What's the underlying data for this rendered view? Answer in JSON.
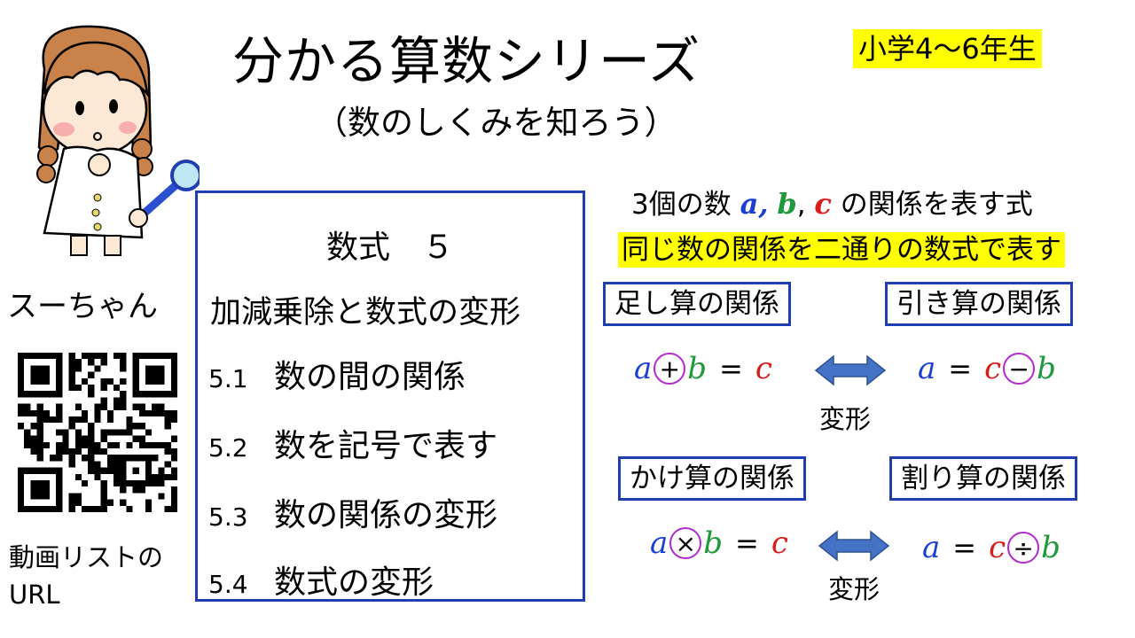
{
  "header": {
    "title": "分かる算数シリーズ",
    "subtitle": "（数のしくみを知ろう）",
    "grade": "小学4～6年生"
  },
  "sidebar": {
    "mascot_name": "スーちゃん",
    "list_url_label": "動画リストのURL"
  },
  "toc": {
    "title": "数式　５",
    "subtitle": "加減乗除と数式の変形",
    "items": [
      {
        "num": "5.1",
        "text": "数の間の関係"
      },
      {
        "num": "5.2",
        "text": "数を記号で表す"
      },
      {
        "num": "5.3",
        "text": "数の関係の変形"
      },
      {
        "num": "5.4",
        "text": "数式の変形"
      }
    ]
  },
  "relations": {
    "prefix": "3個の数",
    "var_a": "a,",
    "var_b": "b",
    "comma": ",",
    "var_c": "c",
    "suffix": "の関係を表す式",
    "highlight": "同じ数の関係を二通りの数式で表す",
    "add_label": "足し算の関係",
    "sub_label": "引き算の関係",
    "mul_label": "かけ算の関係",
    "div_label": "割り算の関係",
    "transform": "変形",
    "eq": {
      "a": "a",
      "b": "b",
      "c": "c",
      "equals": "=",
      "plus": "+",
      "minus": "−",
      "times": "×",
      "divide": "÷"
    }
  },
  "colors": {
    "box_border": "#1f3fb0",
    "highlight": "#ffff00",
    "var_a": "#1a3fd4",
    "var_b": "#1e9a3a",
    "var_c": "#d81b1b",
    "operator_circle": "#b12ad0",
    "arrow": "#4472c4"
  },
  "icons": {
    "mascot": "girl-with-magnifier-illustration",
    "qr": "qr-code",
    "arrow": "double-headed-arrow-icon"
  }
}
